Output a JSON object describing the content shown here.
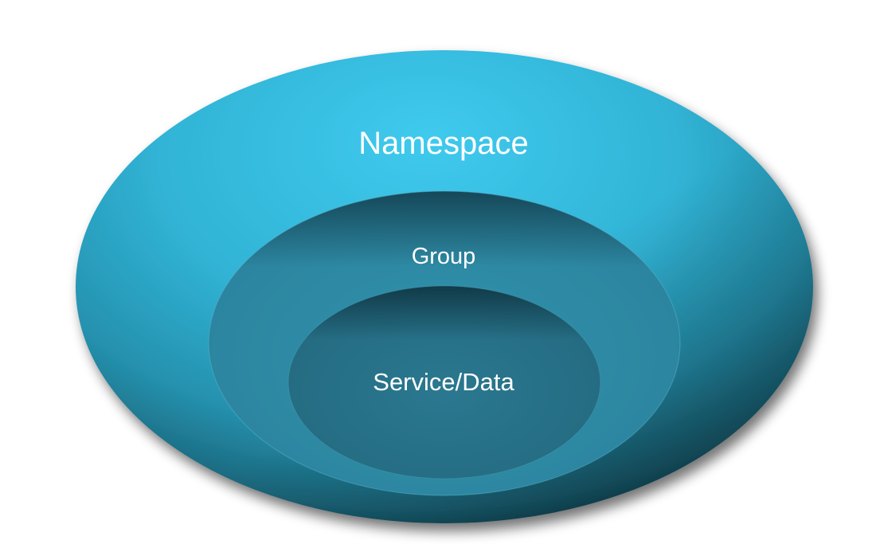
{
  "diagram": {
    "outer_label": "Namespace",
    "middle_label": "Group",
    "inner_label": "Service/Data"
  },
  "colors": {
    "outer_light": "#3cc8ec",
    "outer_dark": "#0d3947",
    "middle": "#2f87a0",
    "inner": "#266f86",
    "text": "#ffffff"
  }
}
